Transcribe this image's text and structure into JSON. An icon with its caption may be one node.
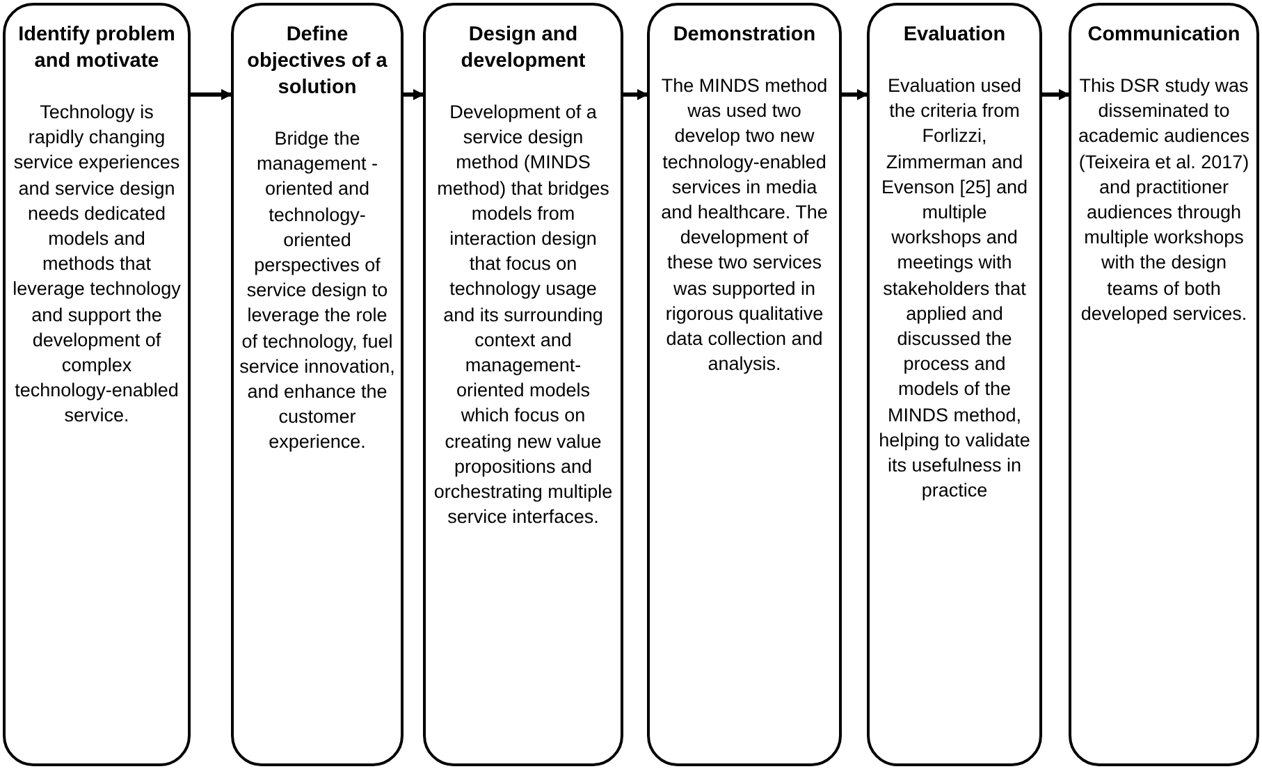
{
  "diagram": {
    "nodes": [
      {
        "text": [
          "Identify problem and motivate",
          "Technology is rapidly changing service experiences and service design needs dedicated models and methods that leverage technology and support the development of complex technology-enabled service."
        ]
      },
      {
        "text": [
          "Define objectives of a solution",
          "Bridge the management -oriented and technology-oriented perspectives of service design to leverage the role of technology, fuel service innovation, and enhance the customer experience."
        ]
      },
      {
        "text": [
          "Design and development",
          "Development of a service design method (MINDS method) that bridges models from interaction design that focus on technology usage and its surrounding context and management-oriented models which focus on creating new value propositions and orchestrating multiple service interfaces."
        ]
      },
      {
        "text": [
          "Demonstration",
          "The MINDS method was used two develop two new technology-enabled services in media and healthcare. The development of these two services was supported in rigorous qualitative data collection and analysis."
        ]
      },
      {
        "text": [
          "Evaluation",
          "Evaluation used the criteria from Forlizzi, Zimmerman and Evenson [25] and multiple workshops and meetings with stakeholders that applied and discussed the process and models of the MINDS method, helping to validate its usefulness in practice"
        ]
      },
      {
        "text": [
          "Communication",
          "This DSR study was disseminated to academic audiences (Teixeira et al. 2017) and practitioner audiences through multiple workshops with the design teams of both developed services."
        ]
      }
    ],
    "edges": [
      {
        "from": 0,
        "to": 1,
        "arrow": "to"
      },
      {
        "from": 1,
        "to": 2,
        "arrow": "to"
      },
      {
        "from": 2,
        "to": 3,
        "arrow": "to"
      },
      {
        "from": 3,
        "to": 4,
        "arrow": "to"
      },
      {
        "from": 4,
        "to": 5,
        "arrow": "to"
      }
    ]
  }
}
